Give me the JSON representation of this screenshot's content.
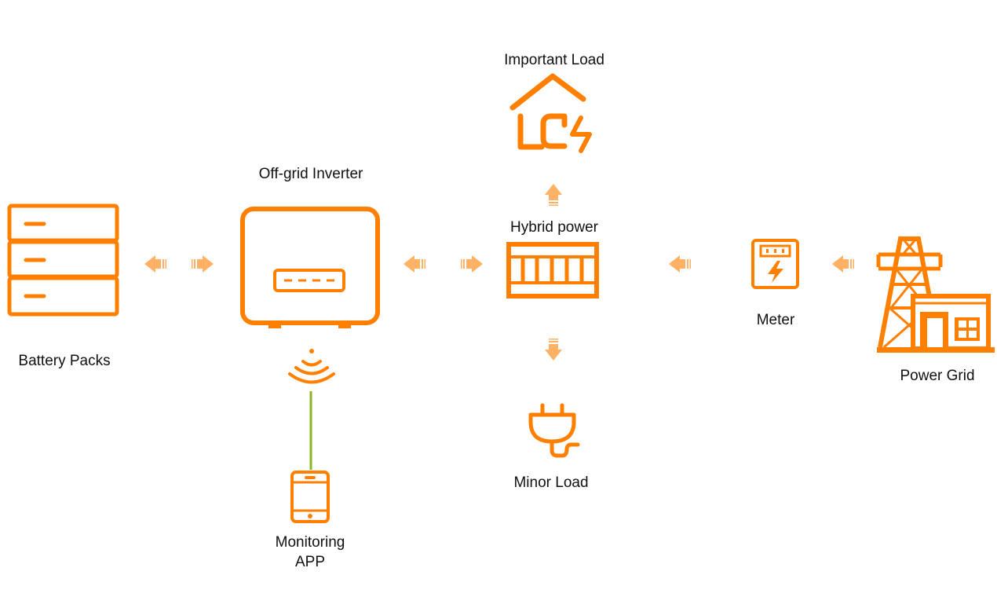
{
  "labels": {
    "important_load": "Important Load",
    "inverter": "Off-grid Inverter",
    "hybrid_power": "Hybrid power",
    "battery_packs": "Battery Packs",
    "meter": "Meter",
    "power_grid": "Power Grid",
    "minor_load": "Minor Load",
    "monitoring_app_line1": "Monitoring",
    "monitoring_app_line2": "APP"
  },
  "colors": {
    "accent": "#ff8000",
    "arrow": "#ffb266",
    "link": "#8cb428",
    "text": "#111111"
  },
  "icons": [
    "battery-packs-icon",
    "inverter-icon",
    "wifi-icon",
    "phone-icon",
    "house-load-icon",
    "busbar-icon",
    "plug-icon",
    "meter-icon",
    "power-grid-icon"
  ]
}
